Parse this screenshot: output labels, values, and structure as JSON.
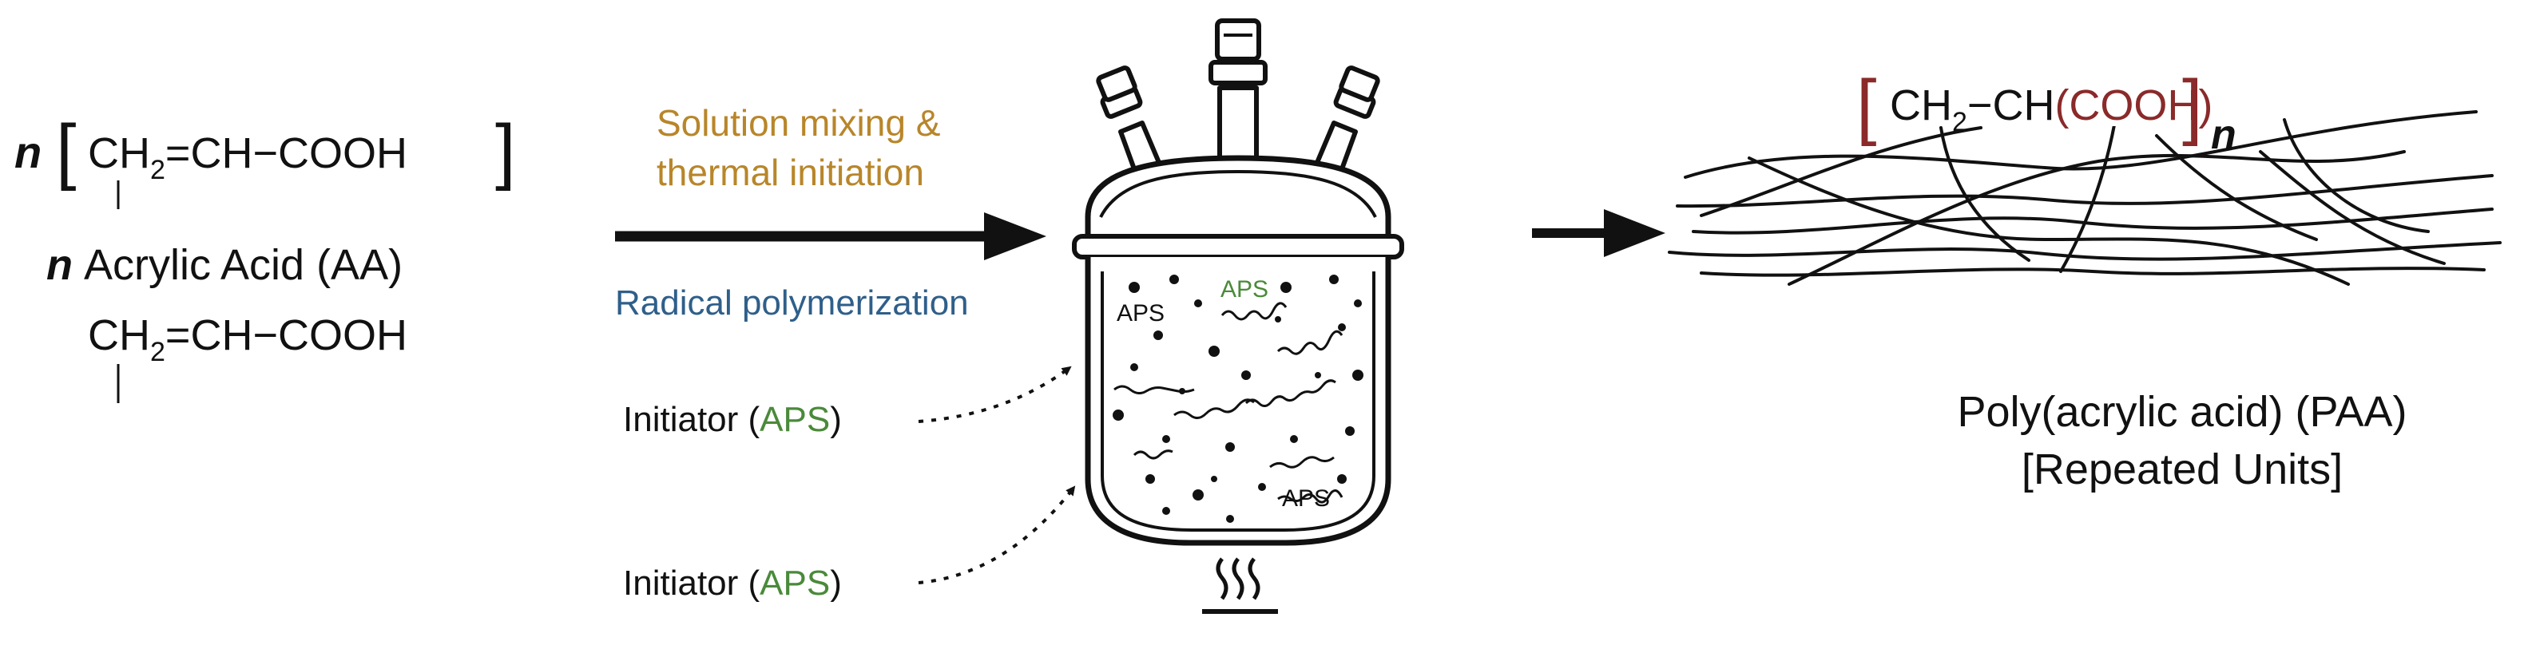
{
  "monomer_block": {
    "n": "n",
    "bracket_left": "[",
    "bracket_right": "]",
    "formula_part1": "CH",
    "sub2": "2",
    "formula_part2": "=CH−COOH",
    "name_n": "n",
    "name": "Acrylic Acid (AA)",
    "formula2_part1": "CH",
    "formula2_sub": "2",
    "formula2_part2": "=CH−COOH"
  },
  "process": {
    "line1": "Solution mixing &",
    "line2": "thermal initiation",
    "radical": "Radical polymerization",
    "initiator1_prefix": "Initiator (",
    "initiator1_aps": "APS",
    "initiator1_suffix": ")",
    "initiator2_prefix": "Initiator (",
    "initiator2_aps": "APS",
    "initiator2_suffix": ")"
  },
  "reactor": {
    "aps_label_1": "APS",
    "aps_label_2": "APS",
    "aps_label_3": "APS"
  },
  "product": {
    "bracket_left": "[",
    "bracket_right": "]",
    "ch": "CH",
    "sub2": "2",
    "mid": "−CH",
    "cooh": "(COOH)",
    "n": "n",
    "name_line1": "Poly(acrylic acid) (PAA)",
    "name_line2": "[Repeated Units]"
  },
  "colors": {
    "process_orange": "#b8862a",
    "radical_blue": "#2f5f8a",
    "aps_green": "#4a8a3a",
    "cooh_red": "#8a2a2a",
    "ink": "#111111"
  }
}
